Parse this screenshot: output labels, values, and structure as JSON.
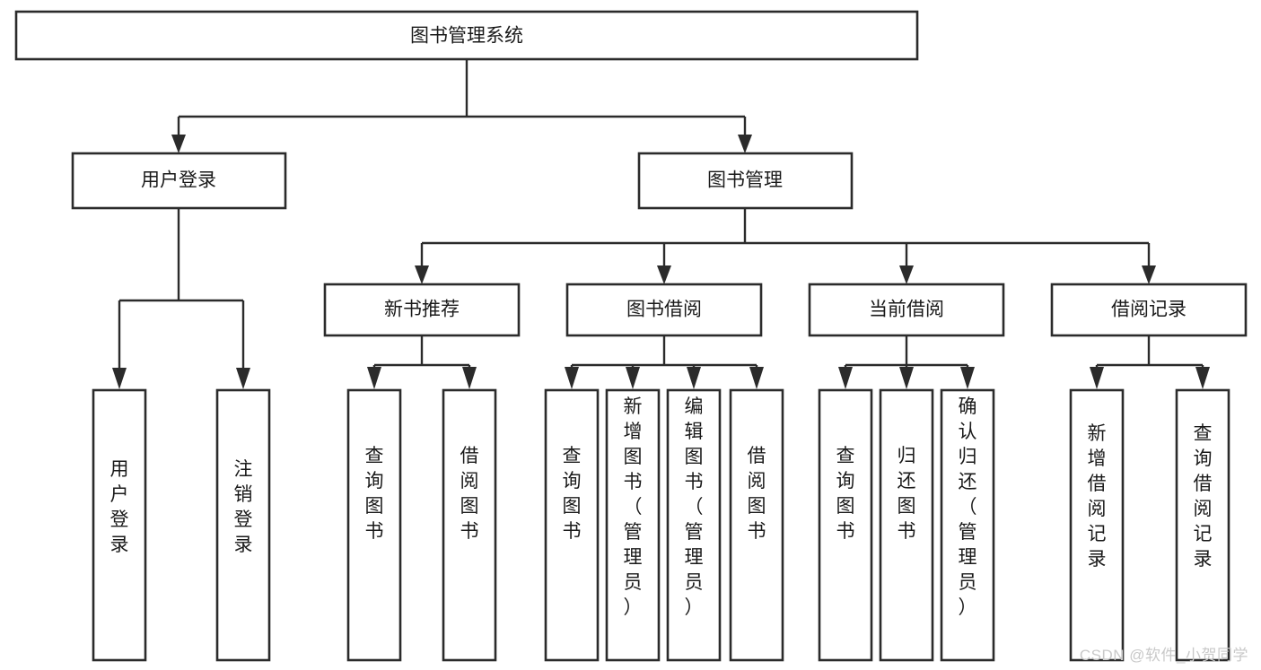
{
  "diagram": {
    "type": "hierarchy-tree",
    "title": "图书管理系统",
    "watermark": "CSDN @软件_小贺同学",
    "colors": {
      "box_fill": "#ffffff",
      "box_stroke": "#2b2b2b",
      "text": "#1a1a1a",
      "watermark": "#c9c9c9",
      "background": "#ffffff"
    },
    "root": {
      "label": "图书管理系统"
    },
    "level2": [
      {
        "label": "用户登录"
      },
      {
        "label": "图书管理"
      }
    ],
    "level3": [
      {
        "label": "新书推荐"
      },
      {
        "label": "图书借阅"
      },
      {
        "label": "当前借阅"
      },
      {
        "label": "借阅记录"
      }
    ],
    "leaves": {
      "user_login": [
        {
          "label": "用户登录"
        },
        {
          "label": "注销登录"
        }
      ],
      "new_book_recommend": [
        {
          "label": "查询图书"
        },
        {
          "label": "借阅图书"
        }
      ],
      "book_borrow": [
        {
          "label": "查询图书"
        },
        {
          "label": "新增图书（管理员）"
        },
        {
          "label": "编辑图书（管理员）"
        },
        {
          "label": "借阅图书"
        }
      ],
      "current_borrow": [
        {
          "label": "查询图书"
        },
        {
          "label": "归还图书"
        },
        {
          "label": "确认归还（管理员）"
        }
      ],
      "borrow_record": [
        {
          "label": "新增借阅记录"
        },
        {
          "label": "查询借阅记录"
        }
      ]
    }
  }
}
